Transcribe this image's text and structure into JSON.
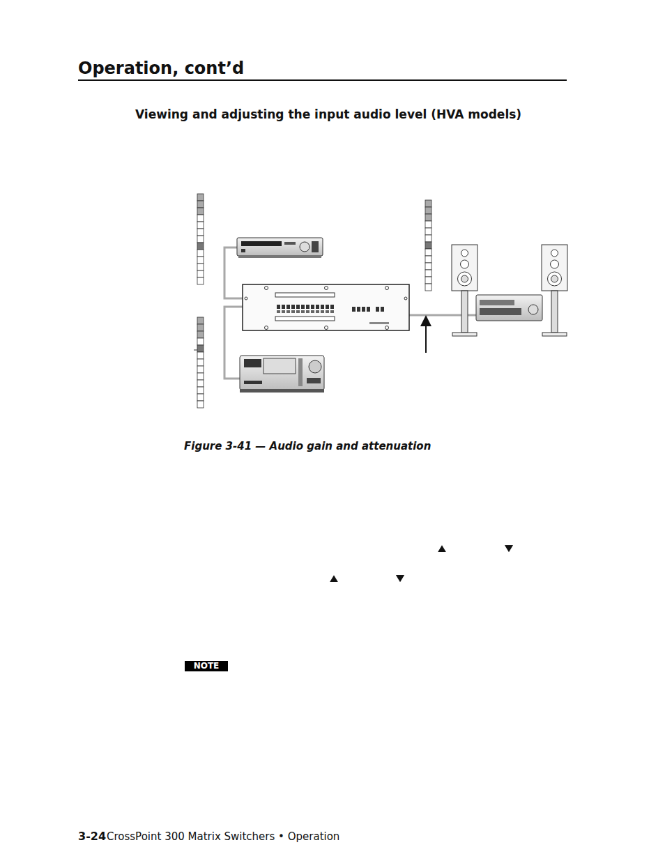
{
  "diagram": {
    "title": "Viewing and adjusting the input audio level (HVA models)",
    "caption": "Figure 3-41 — Audio gain and attenuation",
    "nodes": [
      {
        "text": [
          "NOTE"
        ]
      }
    ],
    "labels": [
      "Operation, cont’d",
      "3-24",
      "CrossPoint 300 Matrix Switchers • Operation"
    ]
  }
}
